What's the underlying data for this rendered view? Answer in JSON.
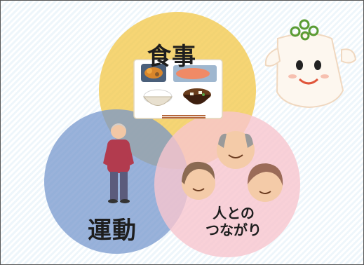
{
  "circles": {
    "meal": {
      "label": "食事",
      "color": "#f3c94d"
    },
    "exercise": {
      "label": "運動",
      "color": "#7394cc"
    },
    "connection": {
      "label_line1": "人との",
      "label_line2": "つながり",
      "color": "#f7c5ce"
    }
  },
  "illustrations": {
    "meal_tray": "food-tray-icon",
    "walking_elder": "elderly-man-icon",
    "group_of_elders": "elderly-group-icon",
    "mascot": "tofu-mascot-icon"
  }
}
